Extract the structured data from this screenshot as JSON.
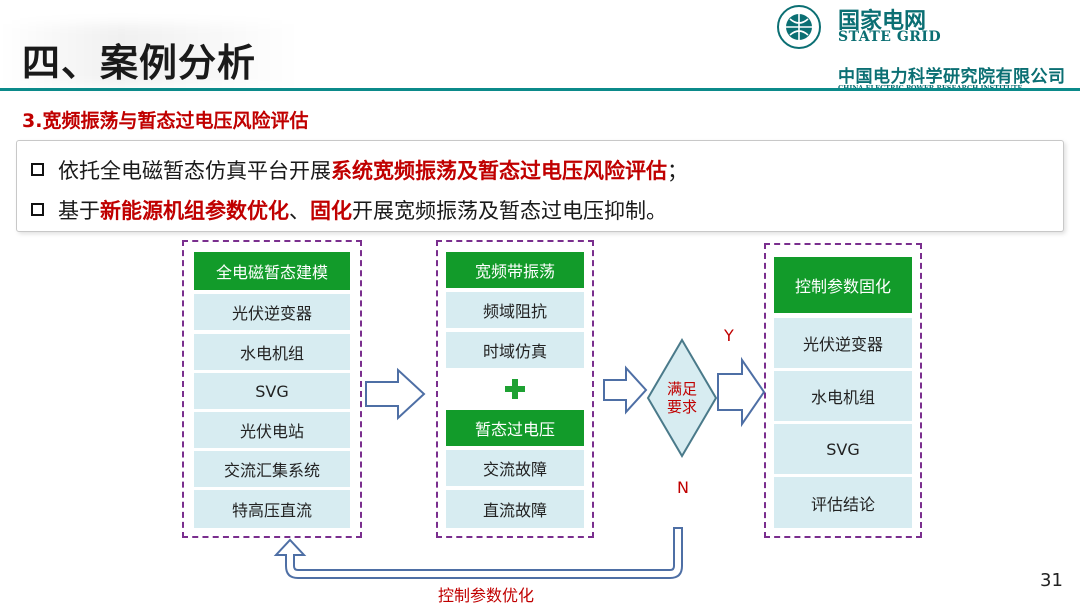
{
  "header": {
    "title": "四、案例分析",
    "logo_cn": "国家电网",
    "logo_en": "STATE GRID",
    "institute_cn": "中国电力科学研究院有限公司",
    "institute_en": "CHINA ELECTRIC POWER RESEARCH INSTITUTE"
  },
  "section_title": "3.宽频振荡与暂态过电压风险评估",
  "bullets": [
    {
      "pre": "依托全电磁暂态仿真平台开展",
      "hl1": "系统宽频振荡及暂态过电压风险评估",
      "post": "；"
    },
    {
      "pre": "基于",
      "hl1": "新能源机组参数优化",
      "mid": "、",
      "hl2": "固化",
      "post": "开展宽频振荡及暂态过电压抑制。"
    }
  ],
  "col1": {
    "header": "全电磁暂态建模",
    "items": [
      "光伏逆变器",
      "水电机组",
      "SVG",
      "光伏电站",
      "交流汇集系统",
      "特高压直流"
    ]
  },
  "col2": {
    "header1": "宽频带振荡",
    "items1": [
      "频域阻抗",
      "时域仿真"
    ],
    "header2": "暂态过电压",
    "items2": [
      "交流故障",
      "直流故障"
    ]
  },
  "decision": {
    "label": "满足要求",
    "yes": "Y",
    "no": "N"
  },
  "col3": {
    "header": "控制参数固化",
    "items": [
      "光伏逆变器",
      "水电机组",
      "SVG",
      "评估结论"
    ]
  },
  "feedback_label": "控制参数优化",
  "page_number": "31",
  "colors": {
    "accent_red": "#c00000",
    "green": "#129b2a",
    "teal": "#0b8a8a",
    "dash": "#7a2e8e",
    "cell": "#d7ecf1"
  }
}
